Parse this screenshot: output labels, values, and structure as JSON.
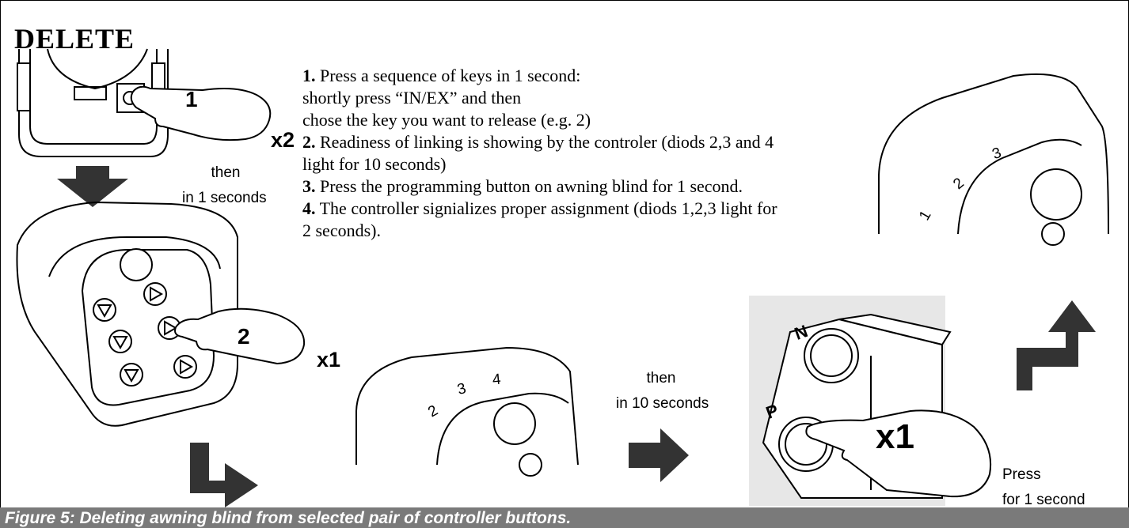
{
  "title": "DELETE",
  "steps": [
    {
      "num": "1.",
      "lines": [
        "Press a sequence of keys in 1 second:",
        "shortly press “IN/EX” and then",
        "chose the key you want to release  (e.g. 2)"
      ]
    },
    {
      "num": "2.",
      "lines": [
        "Readiness of linking is showing by the controler (diods 2,3 and 4",
        "light for 10 seconds)"
      ]
    },
    {
      "num": "3.",
      "lines": [
        "Press the programming button on awning blind for 1 second."
      ]
    },
    {
      "num": "4.",
      "lines": [
        "The controller signializes proper assignment (diods 1,2,3 light for",
        "2 seconds)."
      ]
    }
  ],
  "labels": {
    "then1": "then",
    "in1s": "in 1 seconds",
    "then2": "then",
    "in10s": "in 10 seconds",
    "press": "Press",
    "for1s": "for 1 second",
    "x2": "x2",
    "x1_remote": "x1",
    "x1_motor": "x1",
    "callout1": "1",
    "callout2": "2",
    "led_2": "2",
    "led_3": "3",
    "led_4": "4",
    "led_r1": "1",
    "led_r2": "2",
    "led_r3": "3",
    "btn_n": "N",
    "btn_p": "P"
  },
  "caption": "Figure 5: Deleting awning blind from selected pair of controller buttons."
}
